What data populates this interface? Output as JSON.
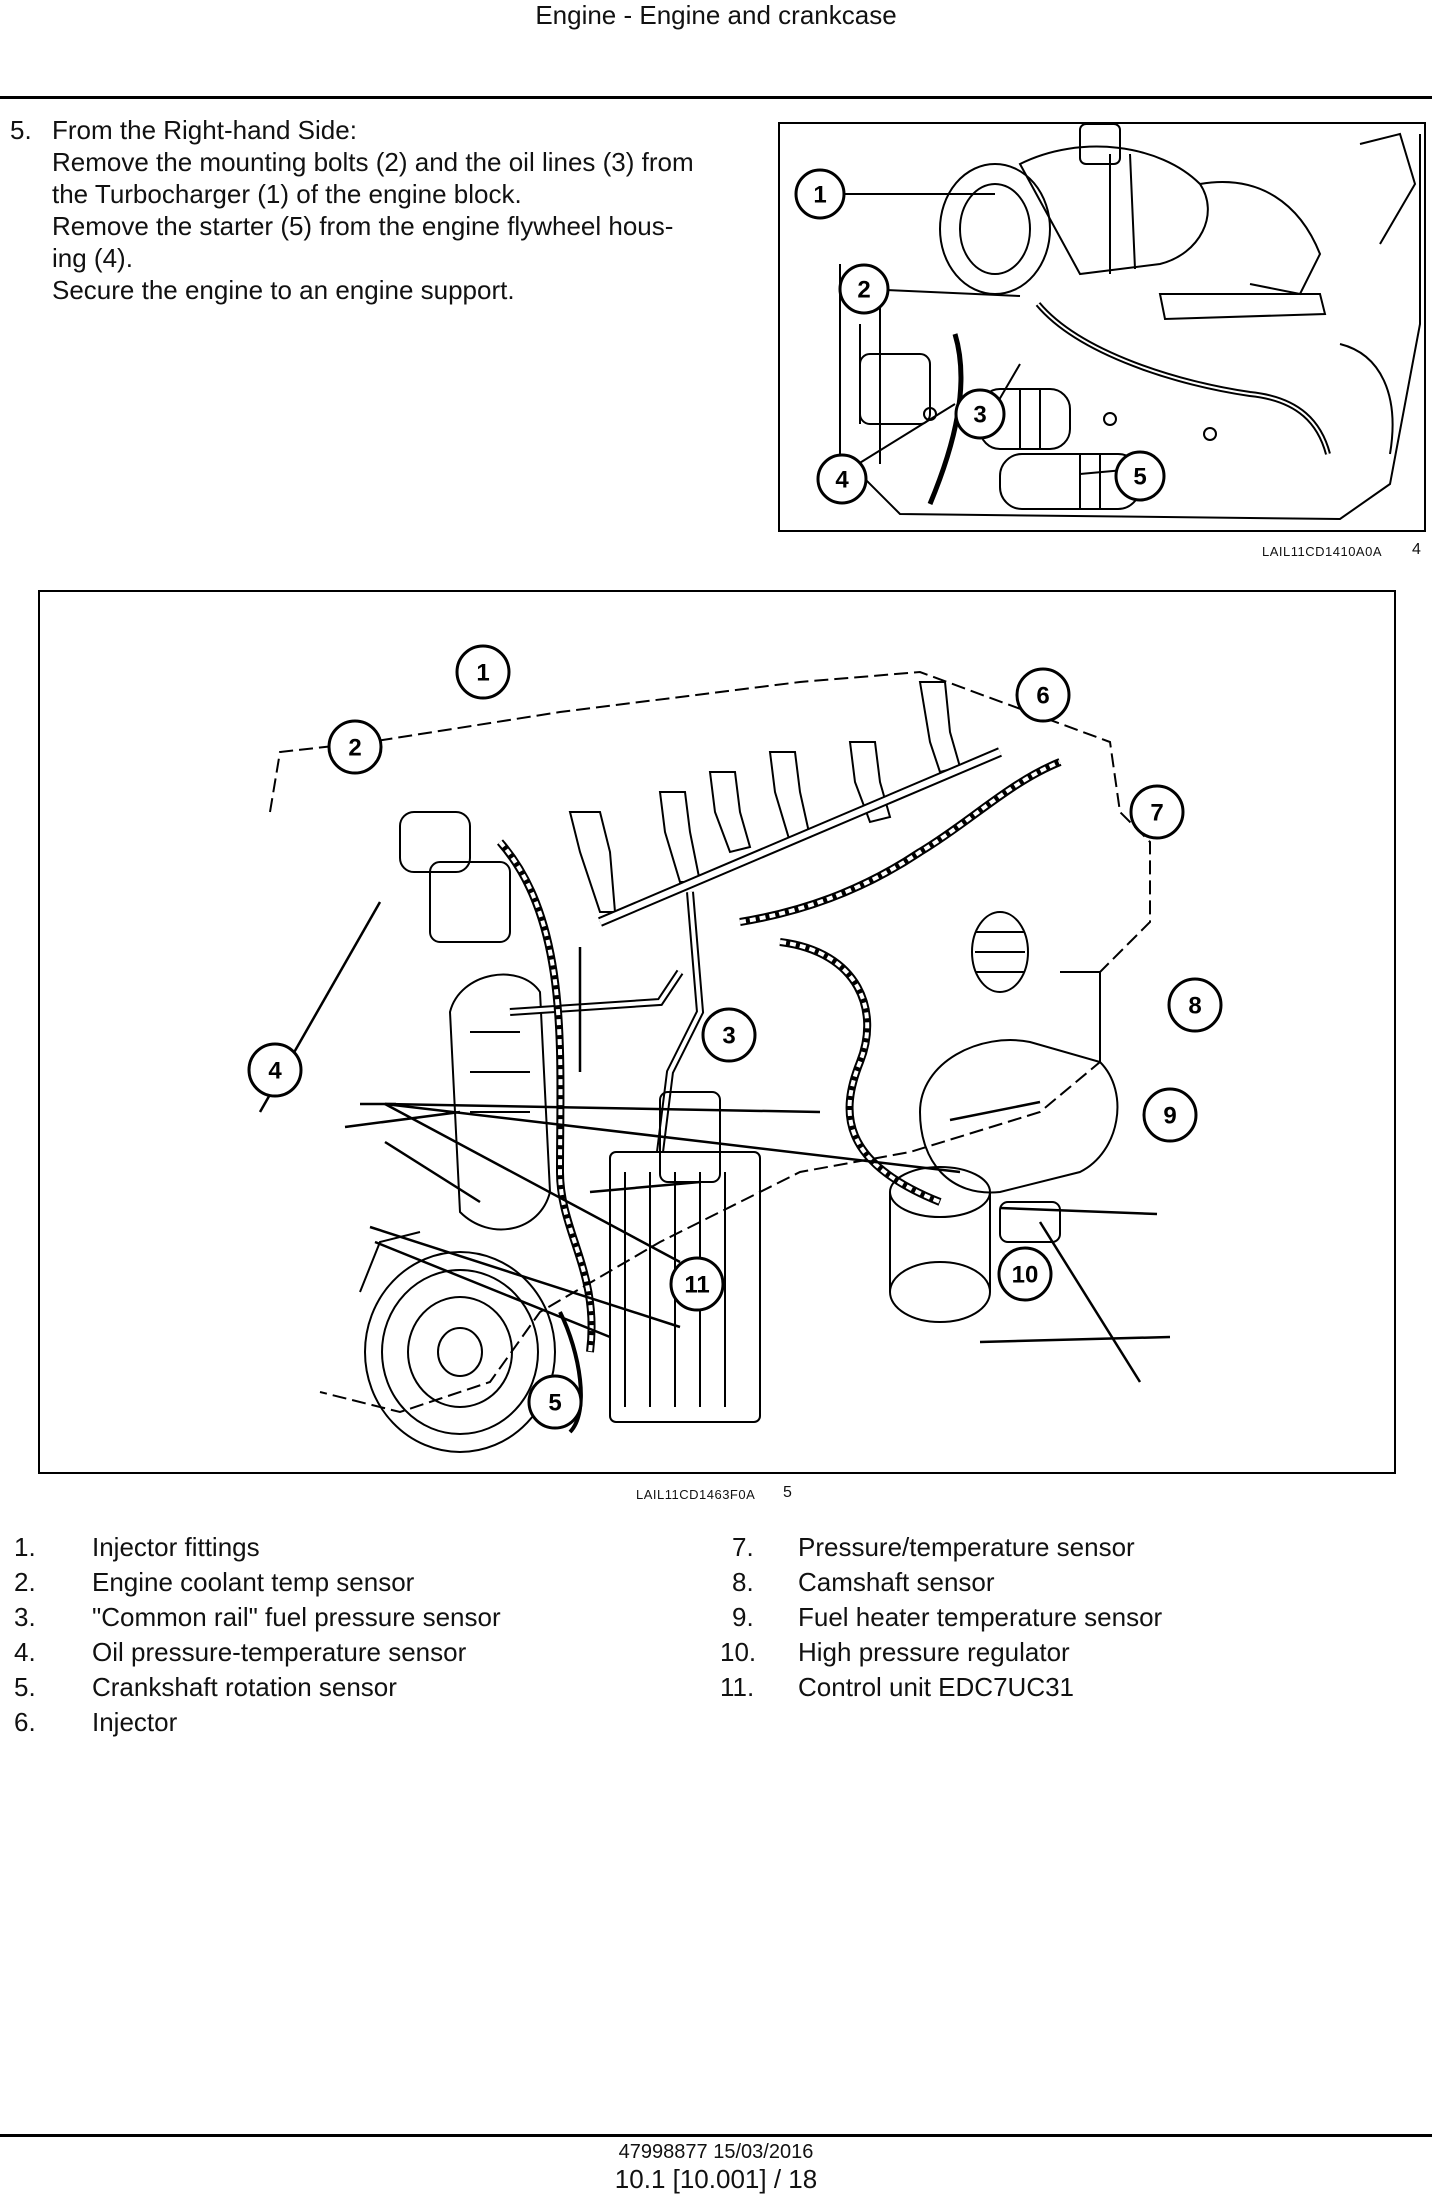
{
  "header": {
    "title": "Engine - Engine and crankcase"
  },
  "step": {
    "number": "5.",
    "lines": [
      "From the Right-hand Side:",
      "Remove the mounting bolts (2) and the oil lines (3) from",
      "the Turbocharger (1) of the engine block.",
      "Remove the starter (5) from the engine flywheel hous-",
      "ing (4).",
      "Secure the engine to an engine support."
    ]
  },
  "figure1": {
    "caption_code": "LAIL11CD1410A0A",
    "figure_number": "4",
    "callouts": [
      "1",
      "2",
      "3",
      "4",
      "5"
    ]
  },
  "figure2": {
    "caption_code": "LAIL11CD1463F0A",
    "figure_number": "5",
    "callouts": [
      "1",
      "2",
      "3",
      "4",
      "5",
      "6",
      "7",
      "8",
      "9",
      "10",
      "11"
    ]
  },
  "legend": {
    "left": [
      {
        "n": "1.",
        "text": "Injector fittings"
      },
      {
        "n": "2.",
        "text": "Engine coolant temp sensor"
      },
      {
        "n": "3.",
        "text": "\"Common rail\" fuel pressure sensor"
      },
      {
        "n": "4.",
        "text": "Oil pressure-temperature sensor"
      },
      {
        "n": "5.",
        "text": "Crankshaft rotation sensor"
      },
      {
        "n": "6.",
        "text": "Injector"
      }
    ],
    "right": [
      {
        "n": "7.",
        "text": "Pressure/temperature sensor"
      },
      {
        "n": "8.",
        "text": "Camshaft sensor"
      },
      {
        "n": "9.",
        "text": "Fuel heater temperature sensor"
      },
      {
        "n": "10.",
        "text": "High pressure regulator"
      },
      {
        "n": "11.",
        "text": "Control unit EDC7UC31"
      }
    ]
  },
  "footer": {
    "doc_info": "47998877 15/03/2016",
    "page_ref": "10.1 [10.001] / 18"
  }
}
